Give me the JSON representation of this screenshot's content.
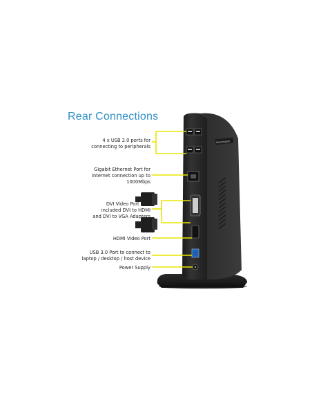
{
  "title": "Rear Connections",
  "labels": {
    "usb2": "4 x USB 2.0 ports for\nconnecting to peripherals",
    "ethernet": "Gigabit Ethernet Port for\nInternet connection up to\n1000Mbps",
    "dvi": "DVI Video Port with\nincluded DVI to HDMI\nand DVI to VGA Adapters",
    "hdmi": "HDMI Video Port",
    "usb3": "USB 3.0 Port to connect to\nlaptop / desktop / host device",
    "power": "Power Supply"
  },
  "device_brand": "Kensington",
  "colors": {
    "title": "#2f8fc6",
    "callout_line": "#e8e600",
    "device_body": "#2a2a2a",
    "usb3_port": "#1f5fb0"
  }
}
